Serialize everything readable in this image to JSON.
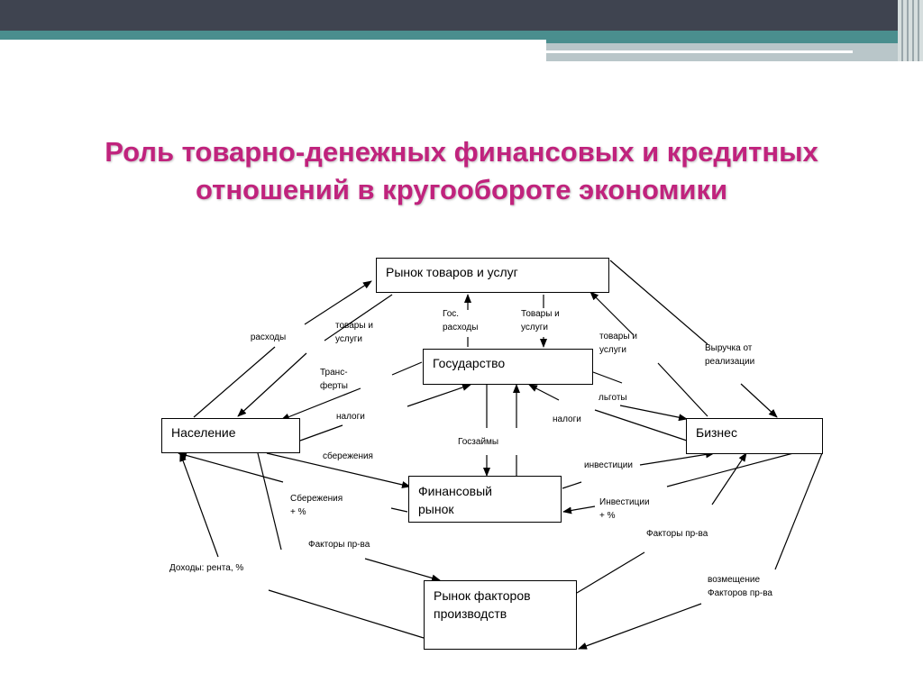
{
  "title": "Роль товарно-денежных финансовых и кредитных\nотношений в кругообороте экономики",
  "boxes": {
    "goods_market": "Рынок товаров и услуг",
    "state": "Государство",
    "population": "Население",
    "business": "Бизнес",
    "financial_market": "Финансовый\nрынок",
    "factor_market": "Рынок факторов\nпроизводств"
  },
  "labels": {
    "raskhody": "расходы",
    "tovary_uslugi_left": "товары и\nуслуги",
    "gos_raskhody": "Гос.\nрасходы",
    "tovary_uslugi_center": "Товары и\nуслуги",
    "tovary_uslugi_right": "товары и\nуслуги",
    "vyruchka": "Выручка от\nреализации",
    "transferty": "Транс-\nферты",
    "lgoty": "льготы",
    "nalogi_left": "налоги",
    "nalogi_right": "налоги",
    "sberezheniya": "сбережения",
    "goszaimy": "Госзаймы",
    "investitsii": "инвестиции",
    "sberezheniya_pct": "Сбережения\n+ %",
    "investitsii_pct": "Инвестиции\n+ %",
    "faktory_left": "Факторы пр-ва",
    "faktory_right": "Факторы пр-ва",
    "dokhody": "Доходы: рента, %",
    "vozmeshchenie": "возмещение\nФакторов пр-ва"
  }
}
